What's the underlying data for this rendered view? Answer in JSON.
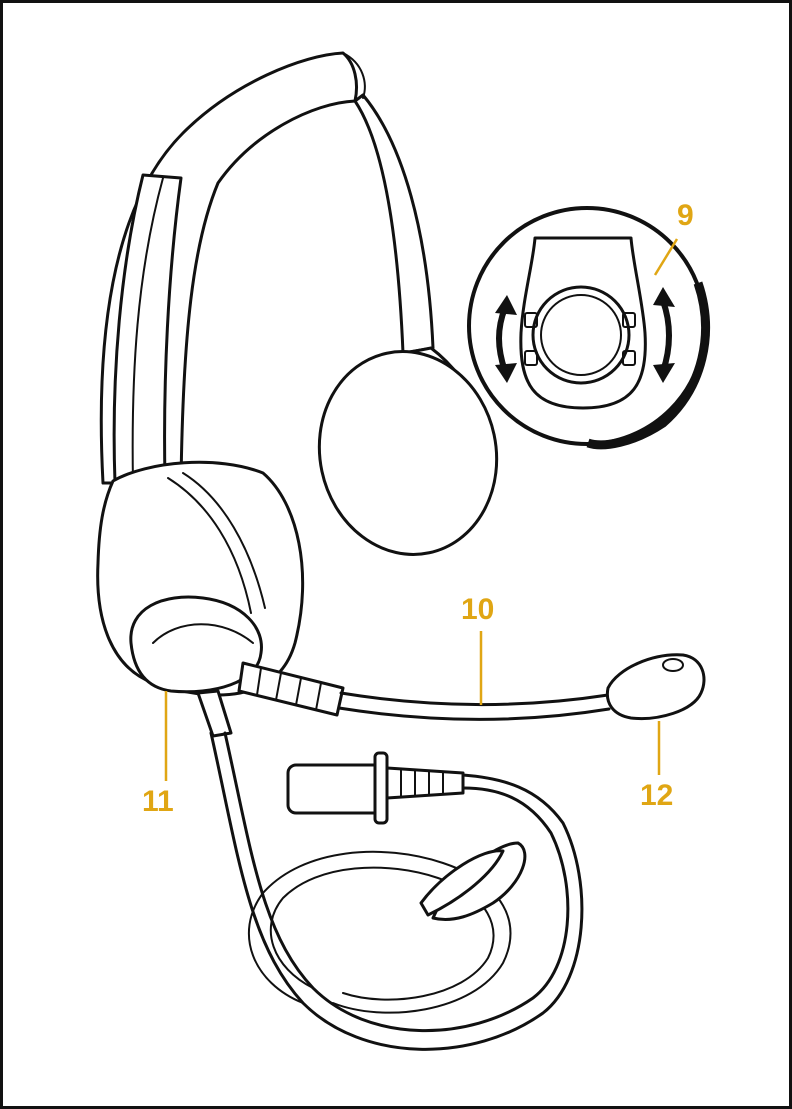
{
  "callouts": [
    {
      "id": "9",
      "label": "9"
    },
    {
      "id": "10",
      "label": "10"
    },
    {
      "id": "11",
      "label": "11"
    },
    {
      "id": "12",
      "label": "12"
    }
  ],
  "colors": {
    "callout": "#e0a614",
    "line": "#111111",
    "background": "#ffffff"
  },
  "icons": [
    "headset-illustration",
    "rotation-arrows-icon",
    "quick-disconnect-connector",
    "clothing-clip"
  ]
}
